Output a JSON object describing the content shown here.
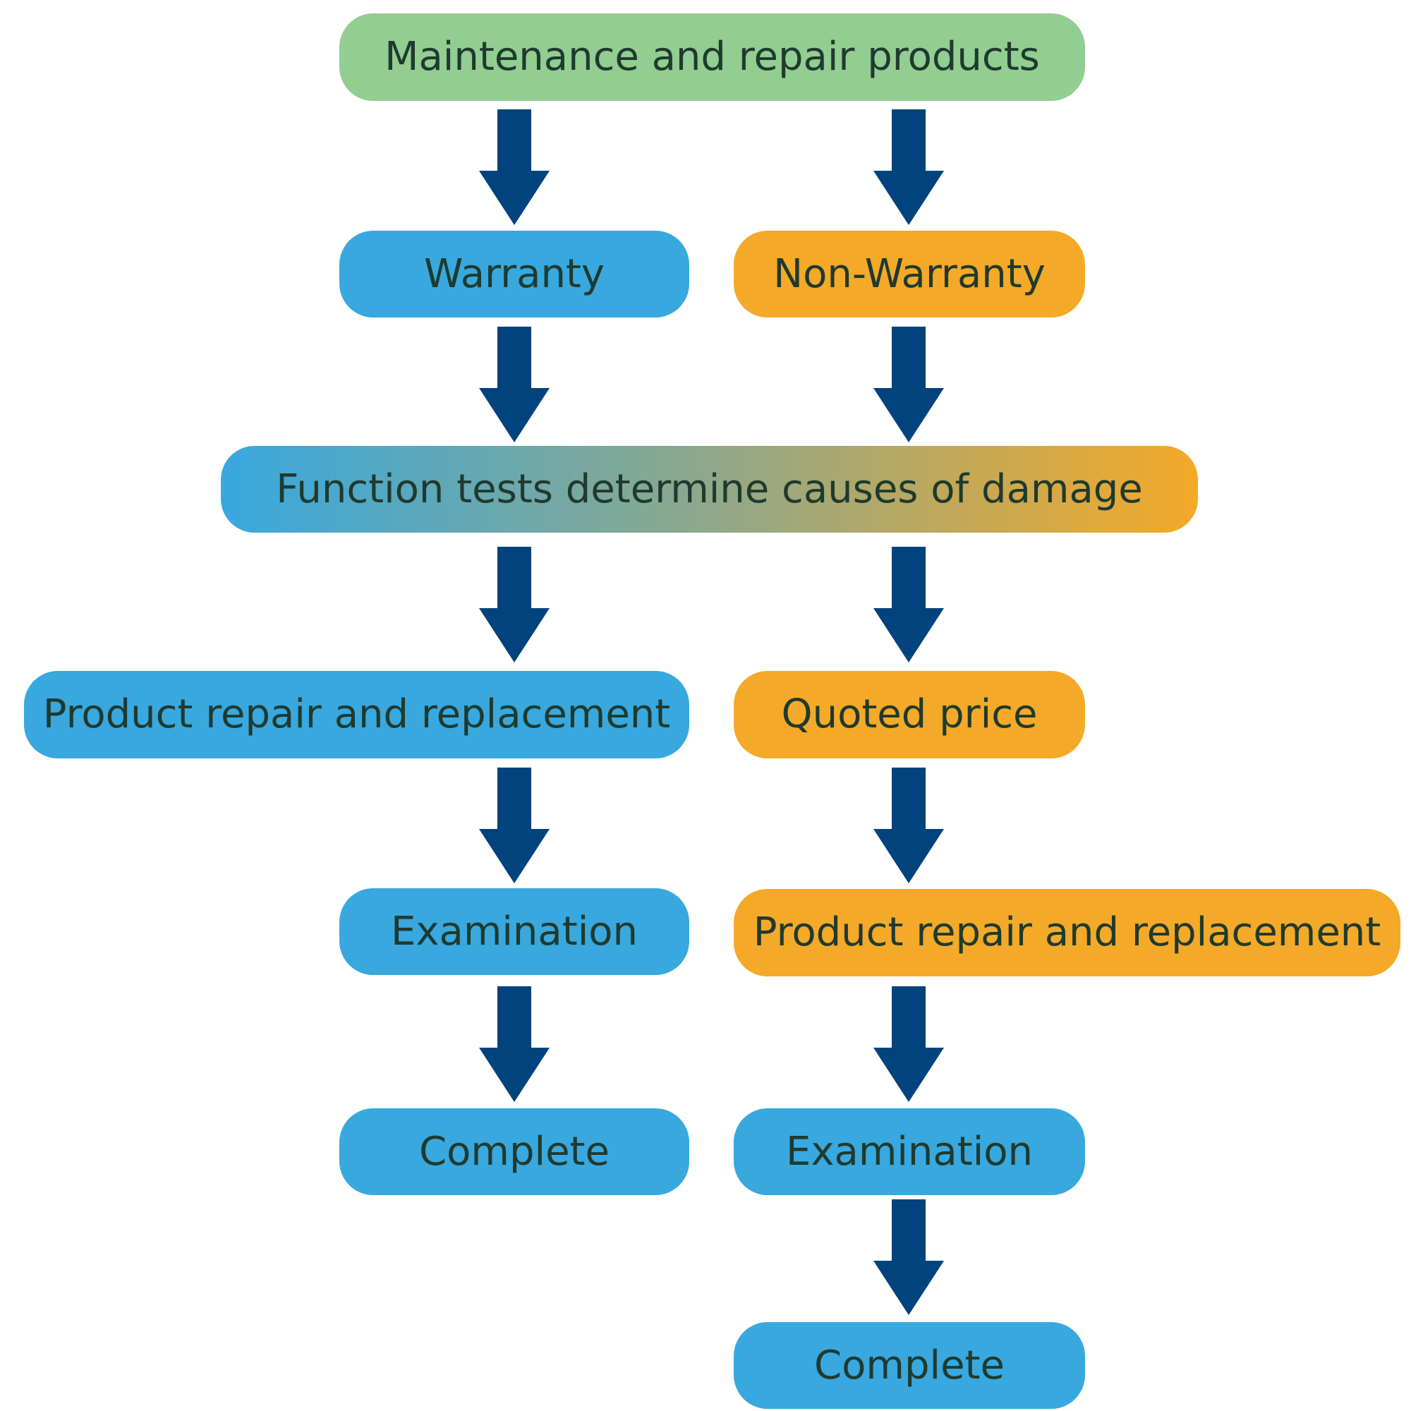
{
  "colors": {
    "root": "#92cd92",
    "warranty": "#38a8df",
    "non_warranty": "#f4a928",
    "arrow": "#00437d",
    "text": "#1f3a2e"
  },
  "root": {
    "label": "Maintenance and repair products"
  },
  "shared": {
    "label": "Function tests determine causes of damage"
  },
  "warranty_branch": {
    "start": "Warranty",
    "steps": [
      "Product repair and replacement",
      "Examination",
      "Complete"
    ]
  },
  "non_warranty_branch": {
    "start": "Non-Warranty",
    "steps": [
      "Quoted price",
      "Product repair and replacement",
      "Examination",
      "Complete"
    ]
  }
}
